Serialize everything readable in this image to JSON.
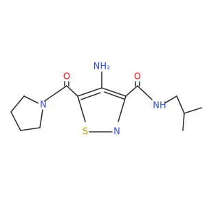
{
  "molecule": {
    "colors": {
      "bond": "#303030",
      "O": "#ff0d0d",
      "N": "#3050f8",
      "S": "#c8a000"
    },
    "atoms": {
      "o_left": {
        "label": "O",
        "element": "O"
      },
      "o_right": {
        "label": "O",
        "element": "O"
      },
      "n_amino": {
        "label": "NH₂",
        "element": "N"
      },
      "n_pyrrol": {
        "label": "N",
        "element": "N"
      },
      "n_ring": {
        "label": "N",
        "element": "N"
      },
      "n_amide": {
        "label": "NH",
        "element": "N"
      },
      "s_ring": {
        "label": "S",
        "element": "S"
      }
    }
  }
}
